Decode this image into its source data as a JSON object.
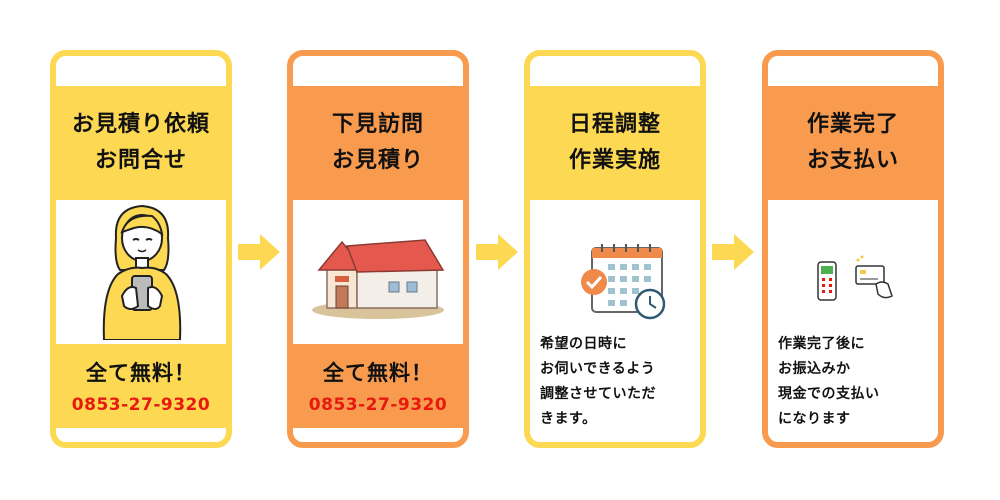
{
  "steps": [
    {
      "title_line1": "お見積り依頼",
      "title_line2": "お問合せ",
      "free_label": "全て無料！",
      "phone": "0853-27-9320",
      "icon": "woman-with-smartphone-icon"
    },
    {
      "title_line1": "下見訪問",
      "title_line2": "お見積り",
      "free_label": "全て無料！",
      "phone": "0853-27-9320",
      "icon": "house-icon"
    },
    {
      "title_line1": "日程調整",
      "title_line2": "作業実施",
      "description": [
        "希望の日時に",
        "お伺いできるよう",
        "調整させていただ",
        "きます。"
      ],
      "icon": "calendar-clock-icon"
    },
    {
      "title_line1": "作業完了",
      "title_line2": "お支払い",
      "description": [
        "作業完了後に",
        "お振込みか",
        "現金での支払い",
        "になります"
      ],
      "icon": "payment-terminal-card-icon"
    }
  ],
  "colors": {
    "yellow": "#FCD853",
    "orange": "#F89B4F",
    "phone_red": "#E8190F"
  },
  "arrow_icon": "right-arrow-icon"
}
